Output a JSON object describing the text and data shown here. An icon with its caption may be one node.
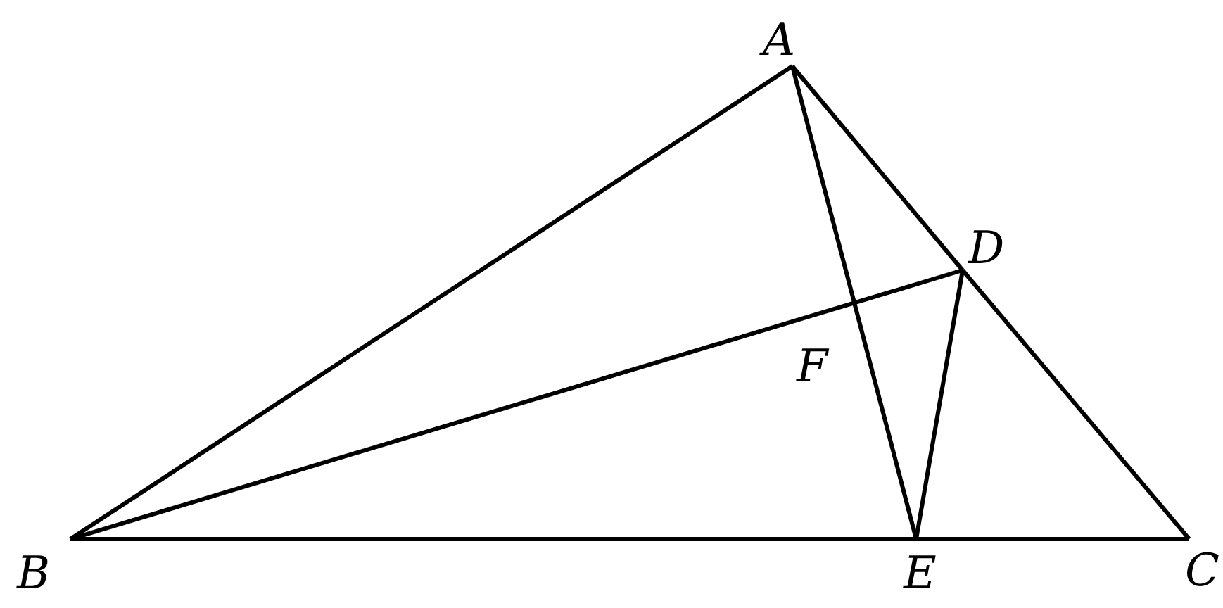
{
  "diagram": {
    "nodes": [
      {
        "text": [
          "A"
        ]
      },
      {
        "text": [
          "B"
        ]
      },
      {
        "text": [
          "C"
        ]
      },
      {
        "text": [
          "D"
        ]
      },
      {
        "text": [
          "E"
        ]
      }
    ],
    "edges": [
      {
        "from": 0,
        "to": 1,
        "arrow": "none"
      },
      {
        "from": 0,
        "to": 3,
        "arrow": "none"
      },
      {
        "from": 3,
        "to": 2,
        "arrow": "none"
      },
      {
        "from": 1,
        "to": 4,
        "arrow": "none"
      },
      {
        "from": 4,
        "to": 2,
        "arrow": "none"
      },
      {
        "from": 0,
        "to": 4,
        "arrow": "none"
      },
      {
        "from": 1,
        "to": 3,
        "arrow": "none"
      },
      {
        "from": 3,
        "to": 4,
        "arrow": "none"
      }
    ],
    "labels": [
      "F"
    ]
  }
}
